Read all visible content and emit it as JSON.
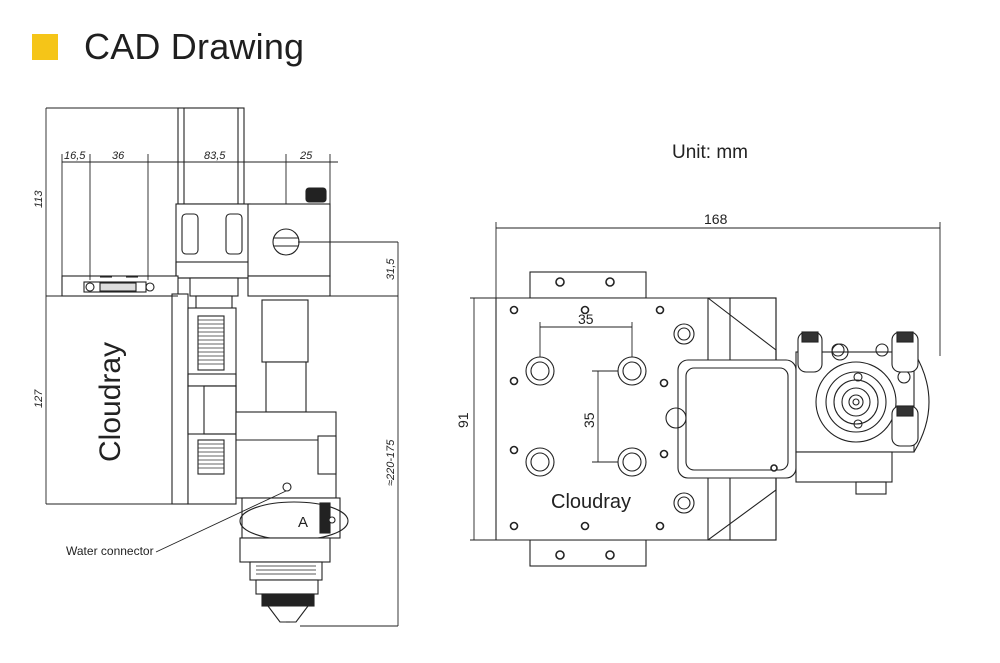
{
  "header": {
    "title": "CAD Drawing",
    "accent_color": "#f5c518"
  },
  "unit_label": "Unit: mm",
  "side_view": {
    "dims": {
      "d_16_5": "16,5",
      "d_36": "36",
      "d_83_5": "83,5",
      "d_25": "25",
      "d_113": "113",
      "d_127": "127",
      "d_31_5": "31,5",
      "d_220_175": "≈220-175"
    },
    "brand": "Cloudray",
    "marker_a": "A",
    "water_label": "Water connector"
  },
  "top_view": {
    "dims": {
      "d_168": "168",
      "d_91": "91",
      "d_35_h": "35",
      "d_35_v": "35"
    },
    "brand": "Cloudray"
  }
}
